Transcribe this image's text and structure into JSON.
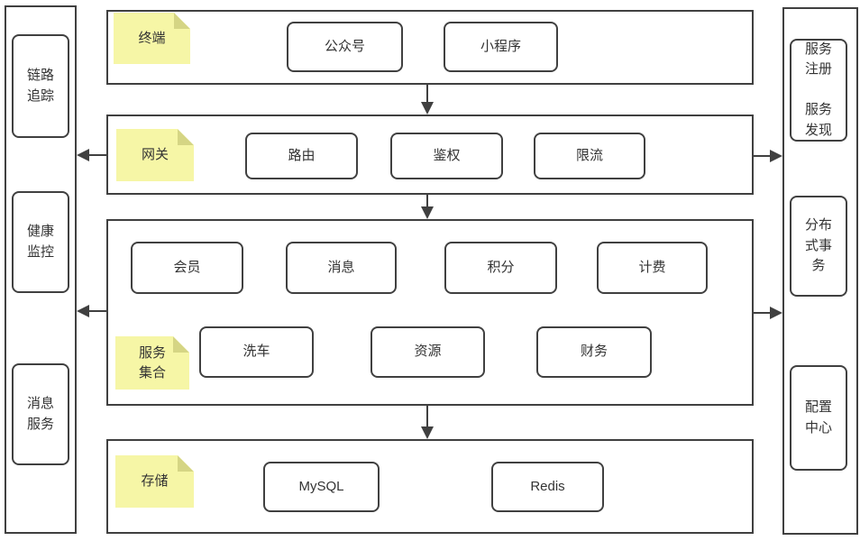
{
  "palette": {
    "border": "#404040",
    "text": "#333333",
    "note_fill": "#f6f6a6",
    "note_fold": "#d5d584",
    "background": "#ffffff"
  },
  "left_rail": {
    "items": [
      {
        "label": "链路\n追踪"
      },
      {
        "label": "健康\n监控"
      },
      {
        "label": "消息\n服务"
      }
    ]
  },
  "right_rail": {
    "items": [
      {
        "label": "服务\n注册\n\n服务\n发现"
      },
      {
        "label": "分布\n式事\n务"
      },
      {
        "label": "配置\n中心"
      }
    ]
  },
  "layers": {
    "terminal": {
      "note": "终端",
      "boxes": [
        "公众号",
        "小程序"
      ]
    },
    "gateway": {
      "note": "网关",
      "boxes": [
        "路由",
        "鉴权",
        "限流"
      ]
    },
    "services": {
      "note": "服务\n集合",
      "boxes_top": [
        "会员",
        "消息",
        "积分",
        "计费"
      ],
      "boxes_bottom": [
        "洗车",
        "资源",
        "财务"
      ]
    },
    "storage": {
      "note": "存储",
      "boxes": [
        "MySQL",
        "Redis"
      ]
    }
  }
}
